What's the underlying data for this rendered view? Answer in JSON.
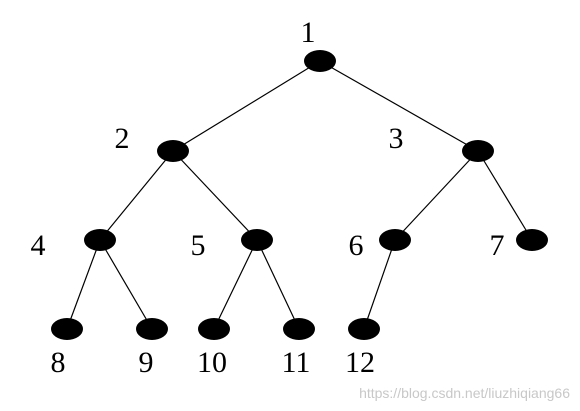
{
  "tree": {
    "nodes": [
      {
        "id": "1",
        "label": "1"
      },
      {
        "id": "2",
        "label": "2"
      },
      {
        "id": "3",
        "label": "3"
      },
      {
        "id": "4",
        "label": "4"
      },
      {
        "id": "5",
        "label": "5"
      },
      {
        "id": "6",
        "label": "6"
      },
      {
        "id": "7",
        "label": "7"
      },
      {
        "id": "8",
        "label": "8"
      },
      {
        "id": "9",
        "label": "9"
      },
      {
        "id": "10",
        "label": "10"
      },
      {
        "id": "11",
        "label": "11"
      },
      {
        "id": "12",
        "label": "12"
      }
    ],
    "edges": [
      [
        "1",
        "2"
      ],
      [
        "1",
        "3"
      ],
      [
        "2",
        "4"
      ],
      [
        "2",
        "5"
      ],
      [
        "3",
        "6"
      ],
      [
        "3",
        "7"
      ],
      [
        "4",
        "8"
      ],
      [
        "4",
        "9"
      ],
      [
        "5",
        "10"
      ],
      [
        "5",
        "11"
      ],
      [
        "6",
        "12"
      ]
    ]
  },
  "watermark": "https://blog.csdn.net/liuzhiqiang66",
  "colors": {
    "node": "#000000",
    "edge": "#000000",
    "watermark": "#c8c8c8"
  }
}
